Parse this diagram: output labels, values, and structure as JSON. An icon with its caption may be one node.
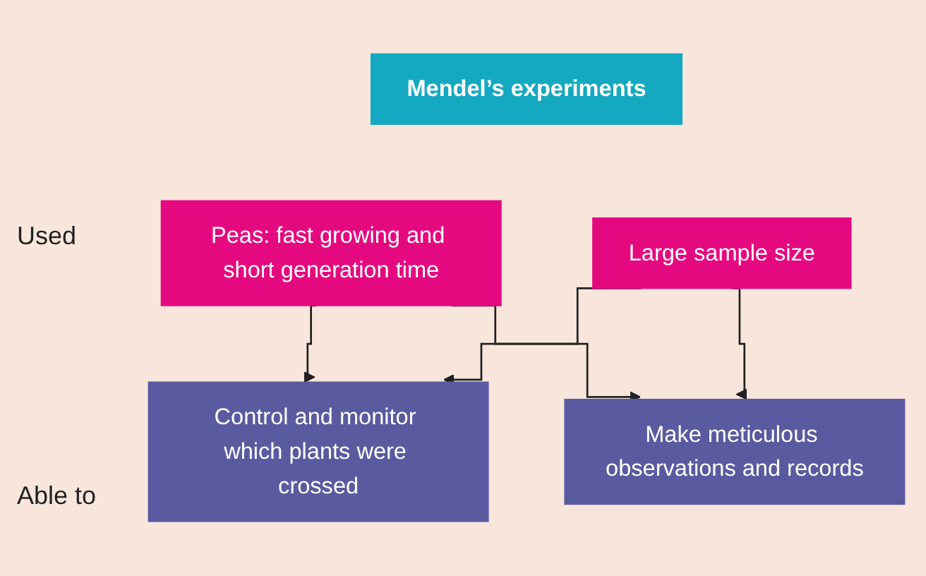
{
  "diagram": {
    "nodes": [
      {
        "text": [
          "Mendel’s experiments"
        ]
      },
      {
        "text": [
          "Peas: fast growing and short generation time"
        ]
      },
      {
        "text": [
          "Large sample size"
        ]
      },
      {
        "text": [
          "Control and monitor which plants were crossed"
        ]
      },
      {
        "text": [
          "Make meticulous observations and records"
        ]
      }
    ],
    "edges": [
      {
        "from": 1,
        "to": 3,
        "arrow": "to"
      },
      {
        "from": 1,
        "to": 4,
        "arrow": "to"
      },
      {
        "from": 2,
        "to": 3,
        "arrow": "to"
      },
      {
        "from": 2,
        "to": 4,
        "arrow": "to"
      }
    ],
    "labels": [
      "Used",
      "Able to"
    ]
  }
}
